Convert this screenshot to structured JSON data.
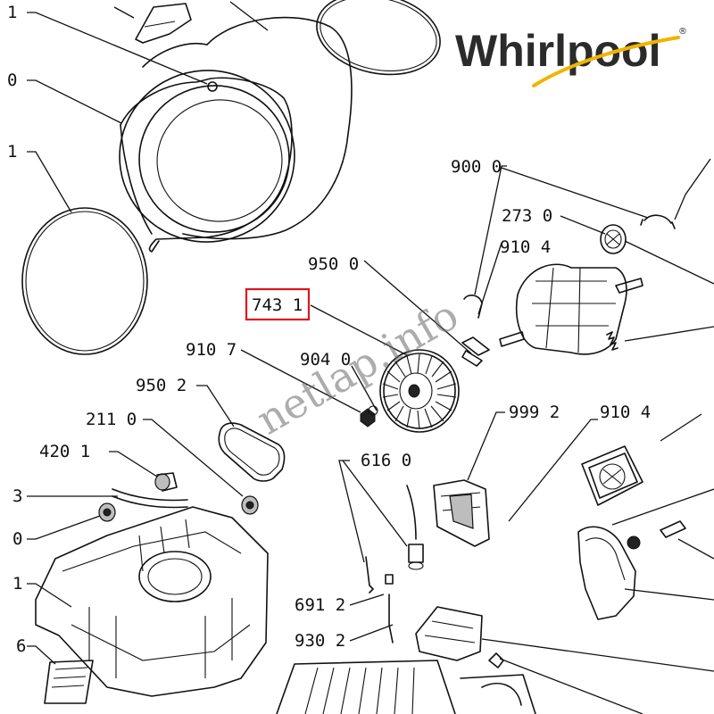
{
  "brand": {
    "name": "Whirlpool",
    "registered_mark": "®",
    "swoosh_color": "#f0b400"
  },
  "watermark": "netlap.info",
  "highlight": {
    "label": "743 1",
    "color": "#e0141c"
  },
  "callouts": {
    "c1_top": "1",
    "c0_left": "0",
    "c1_left": "1",
    "c900": "900 0",
    "c273": "273 0",
    "c910_4a": "910 4",
    "c950_0": "950 0",
    "c743": "743 1",
    "c910_7": "910 7",
    "c904": "904 0",
    "c950_2": "950 2",
    "c999": "999 2",
    "c910_4b": "910 4",
    "c211": "211 0",
    "c420": "420 1",
    "c616": "616 0",
    "c3": "3",
    "c0_low": "0",
    "c1_low": "1",
    "c691": "691 2",
    "c930": "930 2",
    "c6": "6"
  }
}
